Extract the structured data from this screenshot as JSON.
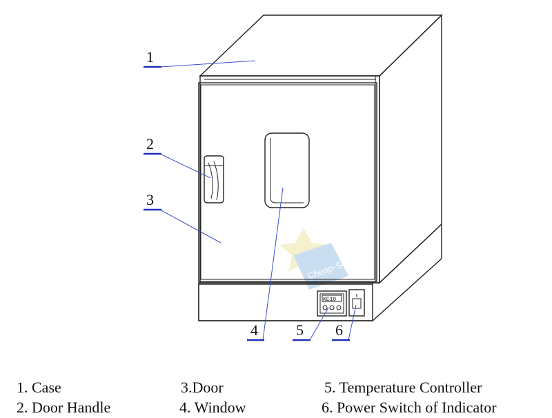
{
  "colors": {
    "outline": "#222222",
    "leader": "#3a4fd0",
    "underline": "#1f2fb8",
    "watermark": "#9fc4e6",
    "watermark_star": "#efe7a6"
  },
  "callouts": [
    {
      "number": "1"
    },
    {
      "number": "2"
    },
    {
      "number": "3"
    },
    {
      "number": "4"
    },
    {
      "number": "5"
    },
    {
      "number": "6"
    }
  ],
  "legend": [
    {
      "text": "1.  Case"
    },
    {
      "text": "3.Door"
    },
    {
      "text": "5. Temperature Controller"
    },
    {
      "text": "2.  Door Handle"
    },
    {
      "text": "4. Window"
    },
    {
      "text": "6. Power Switch of Indicator"
    }
  ],
  "controller_display": "KE10",
  "watermark_text": "Cheap-SG"
}
